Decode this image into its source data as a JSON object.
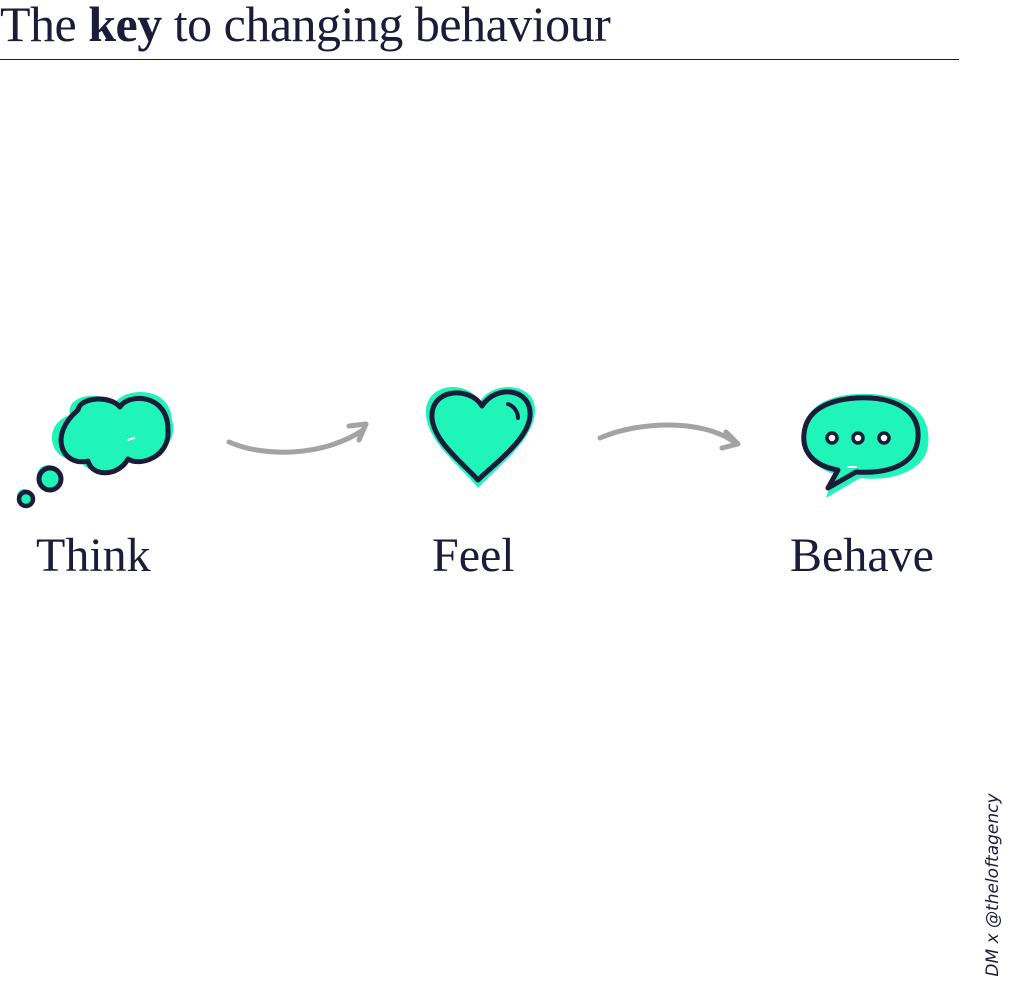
{
  "header": {
    "title_prefix": "The ",
    "title_bold": "key",
    "title_suffix": " to changing behaviour"
  },
  "steps": [
    {
      "label": "Think",
      "icon": "thought-bubble-icon"
    },
    {
      "label": "Feel",
      "icon": "heart-icon"
    },
    {
      "label": "Behave",
      "icon": "speech-bubble-icon"
    }
  ],
  "credit": "DM x @theloftagency",
  "colors": {
    "accent": "#1ff5b8",
    "ink": "#1c1c3a",
    "arrow": "#a3a3a3"
  }
}
